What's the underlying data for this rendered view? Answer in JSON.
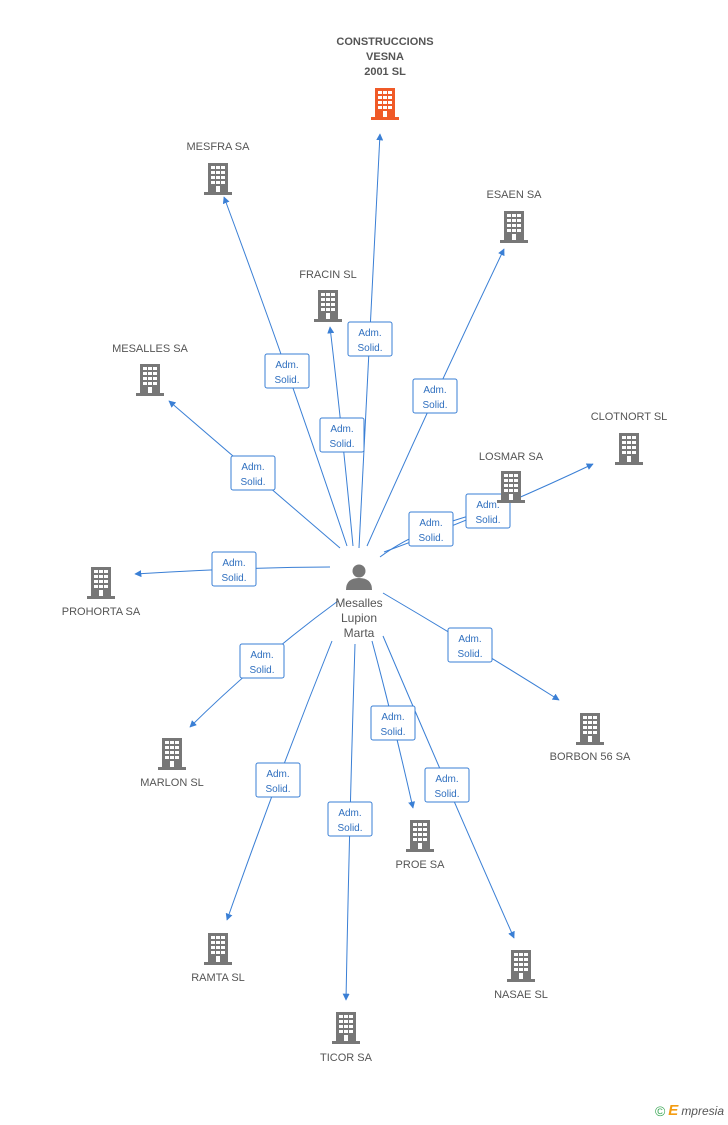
{
  "center": {
    "name_lines": [
      "Mesalles",
      "Lupion",
      "Marta"
    ],
    "icon": "person-icon"
  },
  "relation_label_lines": [
    "Adm.",
    "Solid."
  ],
  "colors": {
    "edge": "#3a7fd5",
    "building": "#777777",
    "building_main": "#f05a28"
  },
  "nodes": [
    {
      "id": "construccions",
      "lines": [
        "CONSTRUCCIONS",
        "VESNA",
        "2001 SL"
      ],
      "main": true,
      "relation": "Adm. Solid."
    },
    {
      "id": "mesfra",
      "lines": [
        "MESFRA SA"
      ],
      "relation": "Adm. Solid."
    },
    {
      "id": "esaen",
      "lines": [
        "ESAEN SA"
      ],
      "relation": "Adm. Solid."
    },
    {
      "id": "fracin",
      "lines": [
        "FRACIN SL"
      ],
      "relation": "Adm. Solid."
    },
    {
      "id": "mesalles",
      "lines": [
        "MESALLES SA"
      ],
      "relation": "Adm. Solid."
    },
    {
      "id": "clotnort",
      "lines": [
        "CLOTNORT  SL"
      ],
      "relation": "Adm. Solid."
    },
    {
      "id": "losmar",
      "lines": [
        "LOSMAR SA"
      ],
      "relation": "Adm. Solid."
    },
    {
      "id": "prohorta",
      "lines": [
        "PROHORTA SA"
      ],
      "relation": "Adm. Solid."
    },
    {
      "id": "borbon",
      "lines": [
        "BORBON 56 SA"
      ],
      "relation": "Adm. Solid."
    },
    {
      "id": "marlon",
      "lines": [
        "MARLON SL"
      ],
      "relation": "Adm. Solid."
    },
    {
      "id": "proe",
      "lines": [
        "PROE SA"
      ],
      "relation": "Adm. Solid."
    },
    {
      "id": "ramta",
      "lines": [
        "RAMTA SL"
      ],
      "relation": "Adm. Solid."
    },
    {
      "id": "nasae",
      "lines": [
        "NASAE SL"
      ],
      "relation": "Adm. Solid."
    },
    {
      "id": "ticor",
      "lines": [
        "TICOR SA"
      ],
      "relation": "Adm. Solid."
    }
  ],
  "brand": {
    "copyright": "©",
    "initial": "E",
    "rest": "mpresia"
  }
}
